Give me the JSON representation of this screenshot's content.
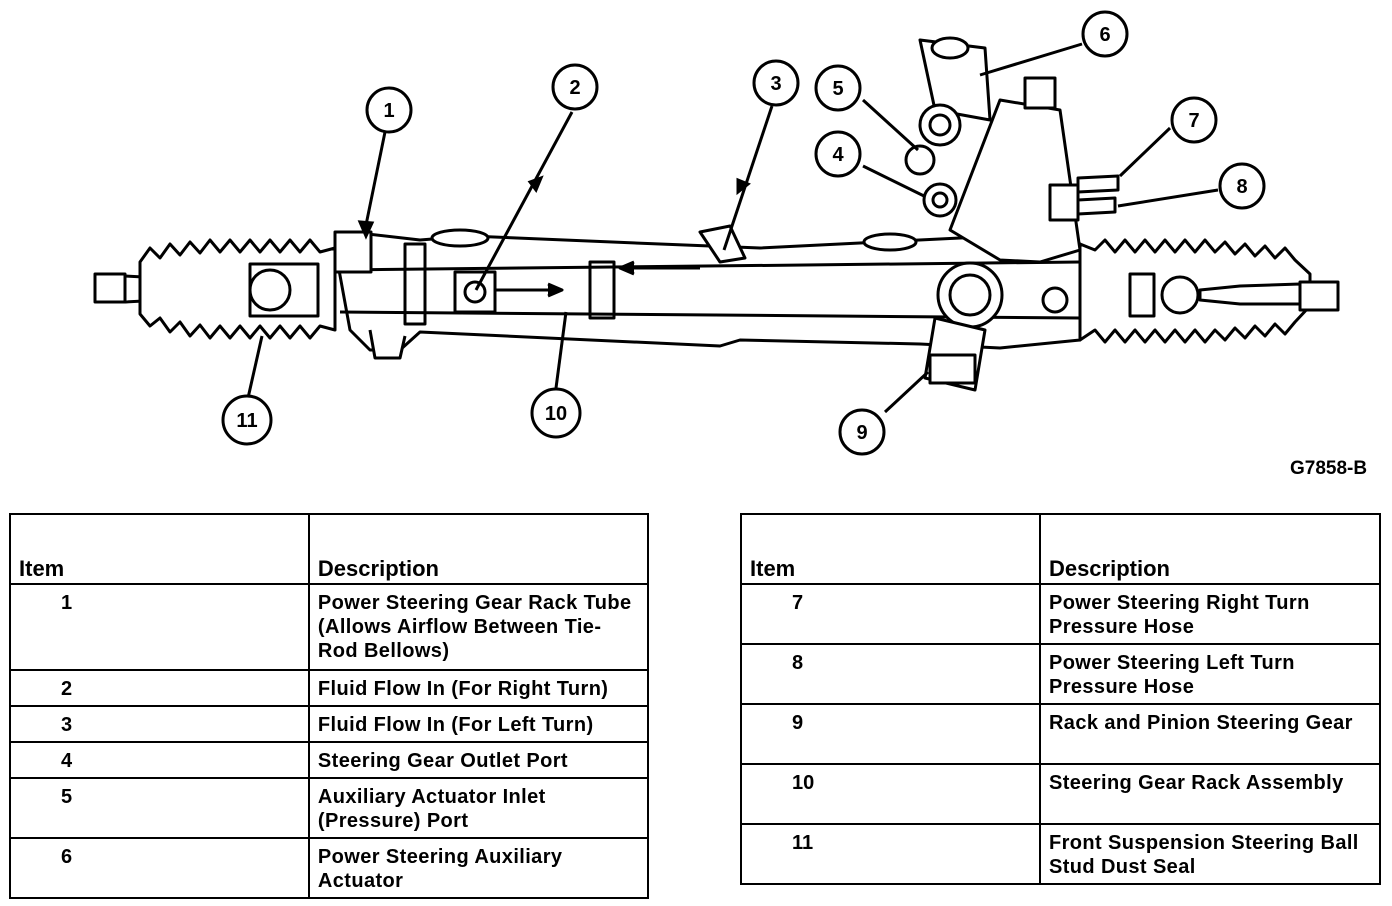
{
  "callouts": [
    "1",
    "2",
    "3",
    "4",
    "5",
    "6",
    "7",
    "8",
    "9",
    "10",
    "11"
  ],
  "figure_id": "G7858-B",
  "table_left": {
    "header_item": "Item",
    "header_description": "Description",
    "rows": [
      {
        "item": "1",
        "description": "Power Steering Gear Rack Tube (Allows Airflow Between Tie-Rod Bellows)"
      },
      {
        "item": "2",
        "description": "Fluid Flow In (For Right Turn)"
      },
      {
        "item": "3",
        "description": "Fluid Flow In (For Left Turn)"
      },
      {
        "item": "4",
        "description": "Steering Gear Outlet Port"
      },
      {
        "item": "5",
        "description": "Auxiliary Actuator Inlet (Pressure) Port"
      },
      {
        "item": "6",
        "description": "Power Steering Auxiliary Actuator"
      }
    ]
  },
  "table_right": {
    "header_item": "Item",
    "header_description": "Description",
    "rows": [
      {
        "item": "7",
        "description": "Power Steering Right Turn Pressure Hose"
      },
      {
        "item": "8",
        "description": "Power Steering Left Turn Pressure Hose"
      },
      {
        "item": "9",
        "description": "Rack and Pinion Steering Gear"
      },
      {
        "item": "10",
        "description": "Steering Gear Rack Assembly"
      },
      {
        "item": "11",
        "description": "Front Suspension Steering Ball Stud Dust Seal"
      }
    ]
  }
}
